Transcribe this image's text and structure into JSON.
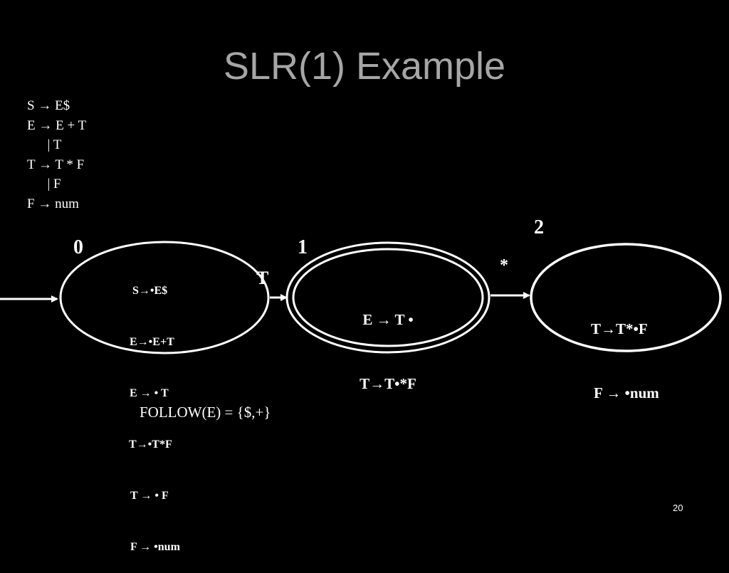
{
  "slide": {
    "title": "SLR(1) Example",
    "page_number": "20"
  },
  "grammar": [
    "S → E$",
    "E → E + T",
    "      | T",
    "T → T * F",
    "      | F",
    "F → num"
  ],
  "states": [
    {
      "id": "0",
      "items": [
        "S→•E$",
        "E→•E+T",
        "E → • T",
        "T→•T*F",
        "T → • F",
        "F → •num"
      ]
    },
    {
      "id": "1",
      "items": [
        "E → T •",
        "T→T•*F"
      ]
    },
    {
      "id": "2",
      "items": [
        "T→T*•F",
        "F → •num"
      ]
    }
  ],
  "transitions": [
    {
      "from": "0",
      "to": "1",
      "symbol": "T"
    },
    {
      "from": "1",
      "to": "2",
      "symbol": "*"
    }
  ],
  "follow_set": "FOLLOW(E) = {$,+}"
}
